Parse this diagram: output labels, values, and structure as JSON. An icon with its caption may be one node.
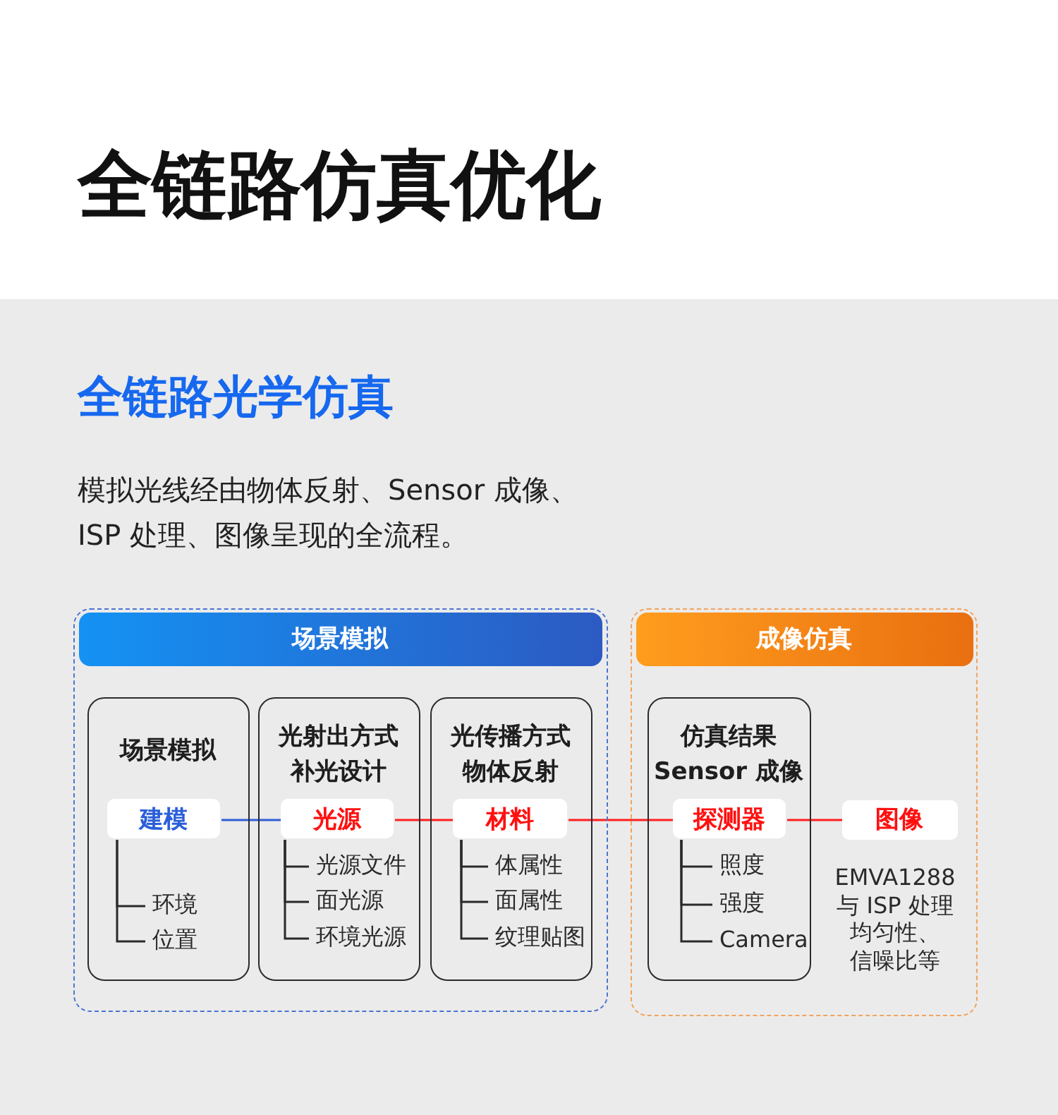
{
  "diagram": {
    "title": "全链路仿真优化",
    "nodes": [
      {
        "text": [],
        "shape": "box"
      },
      {
        "text": [
          "场景模拟"
        ],
        "in": 0
      },
      {
        "text": [
          "场景模拟"
        ],
        "in": 0
      },
      {
        "text": [
          "建模"
        ],
        "in": 2
      },
      {
        "text": [
          "环境"
        ],
        "in": 2
      },
      {
        "text": [
          "位置"
        ],
        "in": 2
      },
      {
        "text": [
          "光射出方式",
          "补光设计"
        ],
        "in": 0
      },
      {
        "text": [
          "光源"
        ],
        "in": 6
      },
      {
        "text": [
          "光源文件"
        ],
        "in": 6
      },
      {
        "text": [
          "面光源"
        ],
        "in": 6
      },
      {
        "text": [
          "环境光源"
        ],
        "in": 6
      },
      {
        "text": [
          "光传播方式",
          "物体反射"
        ],
        "in": 0
      },
      {
        "text": [
          "材料"
        ],
        "in": 11
      },
      {
        "text": [
          "体属性"
        ],
        "in": 11
      },
      {
        "text": [
          "面属性"
        ],
        "in": 11
      },
      {
        "text": [
          "纹理贴图"
        ],
        "in": 11
      },
      {
        "text": [],
        "shape": "box"
      },
      {
        "text": [
          "成像仿真"
        ],
        "in": 16
      },
      {
        "text": [
          "仿真结果",
          "Sensor 成像"
        ],
        "in": 16
      },
      {
        "text": [
          "探测器"
        ],
        "in": 18
      },
      {
        "text": [
          "照度"
        ],
        "in": 18
      },
      {
        "text": [
          "强度"
        ],
        "in": 18
      },
      {
        "text": [
          "Camera"
        ],
        "in": 18
      },
      {
        "text": [
          "图像"
        ],
        "in": 16,
        "beside": [
          "EMVA1288 与 ISP 处理",
          "均匀性、信噪比等"
        ]
      }
    ],
    "edges": [
      {
        "from": 3,
        "to": 4,
        "arrow": "none"
      },
      {
        "from": 3,
        "to": 5,
        "arrow": "none"
      },
      {
        "from": 3,
        "to": 7,
        "arrow": "none",
        "color": "#2f5fd6"
      },
      {
        "from": 7,
        "to": 8,
        "arrow": "none"
      },
      {
        "from": 7,
        "to": 9,
        "arrow": "none"
      },
      {
        "from": 7,
        "to": 10,
        "arrow": "none"
      },
      {
        "from": 7,
        "to": 12,
        "arrow": "none",
        "color": "#ff1f1f"
      },
      {
        "from": 12,
        "to": 13,
        "arrow": "none"
      },
      {
        "from": 12,
        "to": 14,
        "arrow": "none"
      },
      {
        "from": 12,
        "to": 15,
        "arrow": "none"
      },
      {
        "from": 12,
        "to": 19,
        "arrow": "none",
        "color": "#ff1f1f"
      },
      {
        "from": 19,
        "to": 20,
        "arrow": "none"
      },
      {
        "from": 19,
        "to": 21,
        "arrow": "none"
      },
      {
        "from": 19,
        "to": 22,
        "arrow": "none"
      },
      {
        "from": 19,
        "to": 23,
        "arrow": "none",
        "color": "#ff1f1f"
      }
    ],
    "labels": [
      "全链路光学仿真",
      "模拟光线经由物体反射、Sensor 成像、ISP 处理、图像呈现的全流程。"
    ]
  }
}
